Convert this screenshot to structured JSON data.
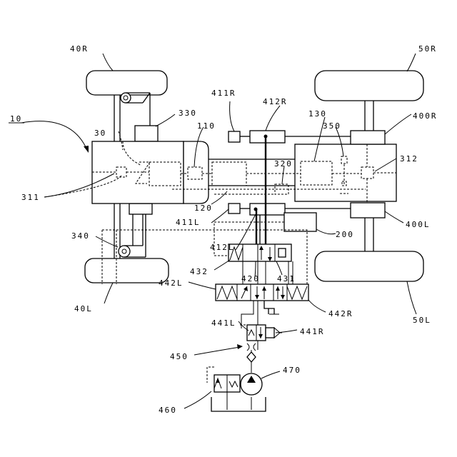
{
  "labels": {
    "l10": "10",
    "l40R": "40R",
    "l50R": "50R",
    "l40L": "40L",
    "l50L": "50L",
    "l30": "30",
    "l330": "330",
    "l110": "110",
    "l411R": "411R",
    "l412R": "412R",
    "l130": "130",
    "l350": "350",
    "l400R": "400R",
    "l312": "312",
    "l320": "320",
    "l311": "311",
    "l120": "120",
    "l411L": "411L",
    "l200": "200",
    "l400L": "400L",
    "l340": "340",
    "l412L": "412L",
    "l432": "432",
    "l420": "420",
    "l431": "431",
    "l442L": "442L",
    "l442R": "442R",
    "l441L": "441L",
    "l441R": "441R",
    "l450": "450",
    "l470": "470",
    "l460": "460"
  }
}
